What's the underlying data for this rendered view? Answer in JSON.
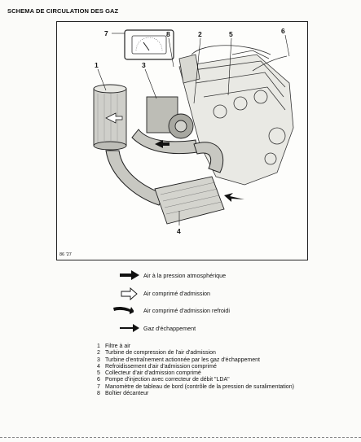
{
  "page": {
    "title": "SCHEMA DE CIRCULATION DES GAZ"
  },
  "figure": {
    "ref": "86 '27",
    "callouts": [
      {
        "num": "7"
      },
      {
        "num": "8"
      },
      {
        "num": "2"
      },
      {
        "num": "5"
      },
      {
        "num": "6"
      },
      {
        "num": "1"
      },
      {
        "num": "3"
      },
      {
        "num": "4"
      }
    ]
  },
  "legend": [
    {
      "icon": "solid-arrow-icon",
      "label": "Air à la pression atmosphérique"
    },
    {
      "icon": "outline-arrow-icon",
      "label": "Air comprimé d'admission"
    },
    {
      "icon": "curved-arrow-icon",
      "label": "Air comprimé d'admission refroidi"
    },
    {
      "icon": "thin-arrow-icon",
      "label": "Gaz d'échappement"
    }
  ],
  "parts": [
    {
      "num": "1",
      "text": "Filtre à air"
    },
    {
      "num": "2",
      "text": "Turbine de compression de l'air d'admission"
    },
    {
      "num": "3",
      "text": "Turbine d'entraînement actionnée par les gaz d'échappement"
    },
    {
      "num": "4",
      "text": "Refroidissement d'air d'admission comprimé"
    },
    {
      "num": "5",
      "text": "Collecteur d'air d'admission comprimé"
    },
    {
      "num": "6",
      "text": "Pompe d'injection avec correcteur de débit \"LDA\""
    },
    {
      "num": "7",
      "text": "Manomètre de tableau de bord (contrôle de la pression de suralimentation)"
    },
    {
      "num": "8",
      "text": "Boîtier décanteur"
    }
  ]
}
